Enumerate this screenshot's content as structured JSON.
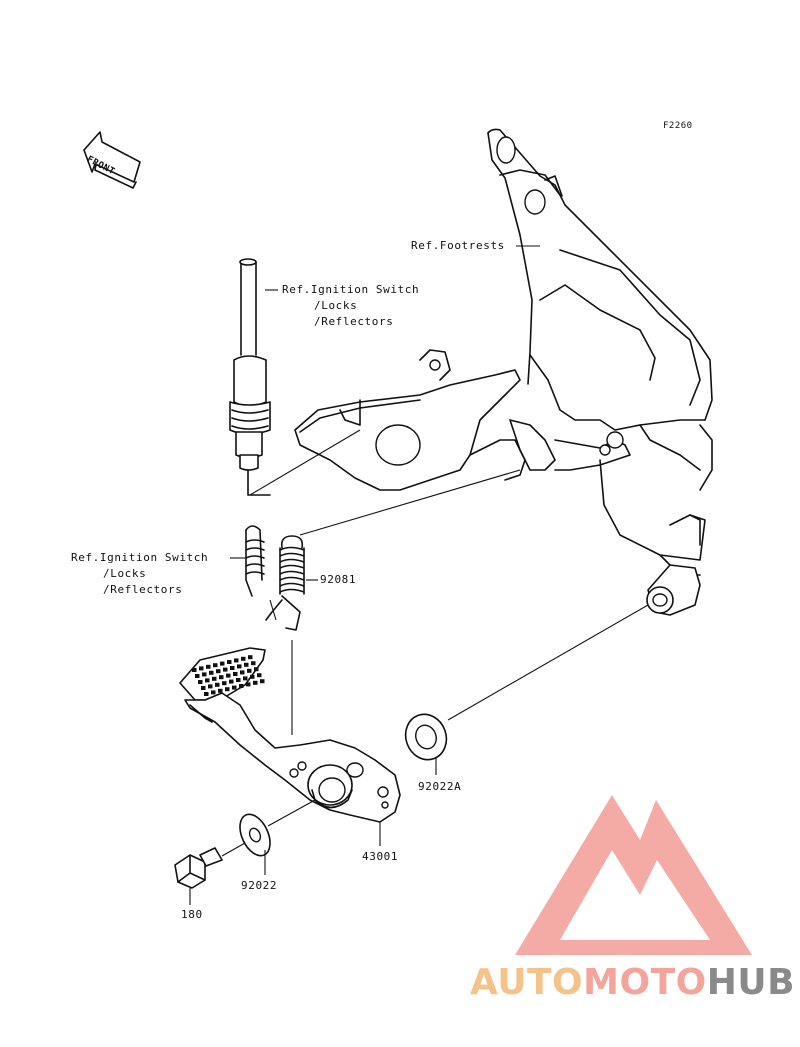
{
  "figure_code": "F2260",
  "front_arrow_text": "FRONT",
  "labels": {
    "footrests_ref": "Ref.Footrests",
    "ignition_ref_top": [
      "Ref.Ignition Switch",
      "/Locks",
      "/Reflectors"
    ],
    "ignition_ref_left": [
      "Ref.Ignition Switch",
      "/Locks",
      "/Reflectors"
    ]
  },
  "parts": [
    {
      "number": "92081"
    },
    {
      "number": "92022A"
    },
    {
      "number": "43001"
    },
    {
      "number": "92022"
    },
    {
      "number": "180"
    }
  ],
  "watermark": {
    "segments": [
      {
        "text": "AUTO",
        "color": "#f5c38a"
      },
      {
        "text": "MOTO",
        "color": "#f3a49b"
      },
      {
        "text": "HUB",
        "color": "#8a8a8a"
      }
    ],
    "logo_color": "#f4a39c"
  }
}
